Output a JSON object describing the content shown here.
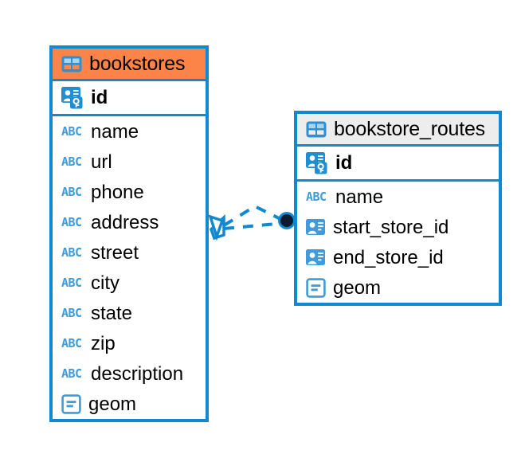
{
  "diagram": {
    "type": "entity-relationship-diagram",
    "accent_color": "#1189d0",
    "highlight_color": "#fd8449",
    "neutral_header_color": "#ededed",
    "icon_color": "#3f9bd9",
    "connector_color": "#1189d0",
    "connector_endpoint_fill": "#0b1b33"
  },
  "tables": [
    {
      "name": "bookstores",
      "header_icon": "table-icon",
      "header_style": "orange",
      "fields": [
        {
          "name": "id",
          "icon": "primary-key-icon",
          "key": true
        },
        {
          "name": "name",
          "icon": "abc-text-icon",
          "key": false
        },
        {
          "name": "url",
          "icon": "abc-text-icon",
          "key": false
        },
        {
          "name": "phone",
          "icon": "abc-text-icon",
          "key": false
        },
        {
          "name": "address",
          "icon": "abc-text-icon",
          "key": false
        },
        {
          "name": "street",
          "icon": "abc-text-icon",
          "key": false
        },
        {
          "name": "city",
          "icon": "abc-text-icon",
          "key": false
        },
        {
          "name": "state",
          "icon": "abc-text-icon",
          "key": false
        },
        {
          "name": "zip",
          "icon": "abc-text-icon",
          "key": false
        },
        {
          "name": "description",
          "icon": "abc-text-icon",
          "key": false
        },
        {
          "name": "geom",
          "icon": "geometry-icon",
          "key": false
        }
      ]
    },
    {
      "name": "bookstore_routes",
      "header_icon": "table-icon",
      "header_style": "grey",
      "fields": [
        {
          "name": "id",
          "icon": "primary-key-icon",
          "key": true
        },
        {
          "name": "name",
          "icon": "abc-text-icon",
          "key": false
        },
        {
          "name": "start_store_id",
          "icon": "foreign-key-icon",
          "key": false
        },
        {
          "name": "end_store_id",
          "icon": "foreign-key-icon",
          "key": false
        },
        {
          "name": "geom",
          "icon": "geometry-icon",
          "key": false
        }
      ]
    }
  ],
  "relationship": {
    "from_table": "bookstores",
    "to_table": "bookstore_routes",
    "line_style": "dashed",
    "source_marker": "diamond-marker",
    "target_marker": "filled-circle-marker"
  },
  "icon_glyphs": {
    "abc": "ABC"
  }
}
